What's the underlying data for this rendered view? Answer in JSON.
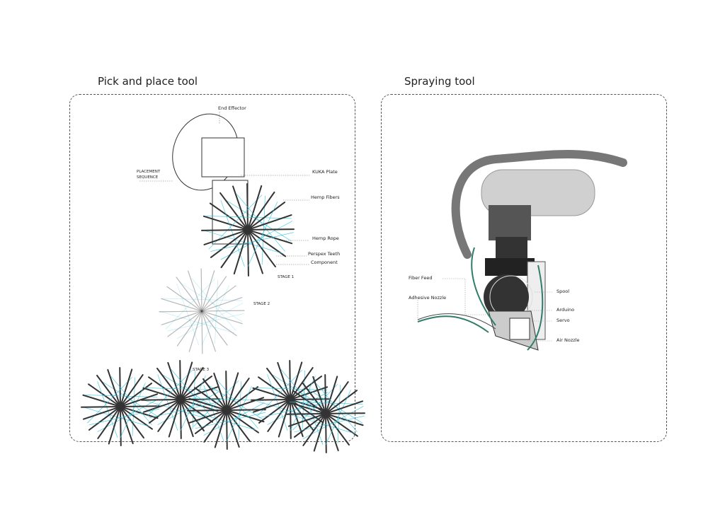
{
  "left_panel": {
    "title": "Pick and place tool",
    "labels": {
      "end_effector": "End Effector",
      "placement_1": "PLACEMENT",
      "placement_2": "SEQUENCE",
      "kuka_plate": "KUKA Plate",
      "hemp_fibers": "Hemp Fibers",
      "hemp_rope": "Hemp Rope",
      "perspex_teeth": "Perspex Teeth",
      "component": "Component",
      "stage1": "STAGE 1",
      "stage2": "STAGE 2",
      "stage3": "STAGE 3"
    }
  },
  "right_panel": {
    "title": "Spraying tool",
    "labels": {
      "fiber_feed": "Fiber Feed",
      "adhesive_nozzle": "Adhesive Nozzle",
      "spool": "Spool",
      "arduino": "Arduino",
      "servo": "Servo",
      "air_nozzle": "Air Nozzle"
    }
  },
  "colors": {
    "fiber": "#33c6e0",
    "rope": "#2f7d6a",
    "line": "#333333"
  }
}
